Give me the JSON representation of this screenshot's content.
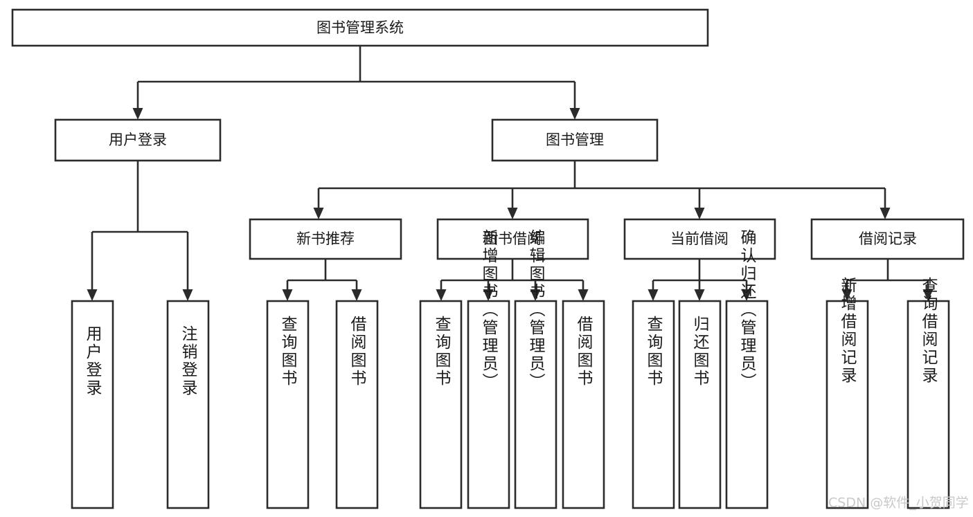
{
  "diagram": {
    "type": "tree",
    "title": "图书管理系统",
    "orientation": "top-down",
    "root": {
      "id": "root",
      "label": "图书管理系统"
    },
    "level1": [
      {
        "id": "user-login",
        "label": "用户登录"
      },
      {
        "id": "book-management",
        "label": "图书管理"
      }
    ],
    "level2": [
      {
        "id": "new-book-recommend",
        "label": "新书推荐",
        "parent": "book-management"
      },
      {
        "id": "book-borrow",
        "label": "图书借阅",
        "parent": "book-management"
      },
      {
        "id": "current-borrow",
        "label": "当前借阅",
        "parent": "book-management"
      },
      {
        "id": "borrow-record",
        "label": "借阅记录",
        "parent": "book-management"
      }
    ],
    "leaves": [
      {
        "id": "leaf-user-login",
        "label": "用户登录",
        "parent": "user-login",
        "align": "bottom"
      },
      {
        "id": "leaf-logout-login",
        "label": "注销登录",
        "parent": "user-login",
        "align": "bottom"
      },
      {
        "id": "leaf-query-book-1",
        "label": "查询图书",
        "parent": "new-book-recommend",
        "align": "middle"
      },
      {
        "id": "leaf-borrow-book-1",
        "label": "借阅图书",
        "parent": "new-book-recommend",
        "align": "middle"
      },
      {
        "id": "leaf-query-book-2",
        "label": "查询图书",
        "parent": "book-borrow",
        "align": "middle"
      },
      {
        "id": "leaf-add-book-admin",
        "label": "新增图书（管理员）",
        "parent": "book-borrow",
        "align": "top"
      },
      {
        "id": "leaf-edit-book-admin",
        "label": "编辑图书（管理员）",
        "parent": "book-borrow",
        "align": "top"
      },
      {
        "id": "leaf-borrow-book-2",
        "label": "借阅图书",
        "parent": "book-borrow",
        "align": "middle"
      },
      {
        "id": "leaf-query-book-3",
        "label": "查询图书",
        "parent": "current-borrow",
        "align": "middle"
      },
      {
        "id": "leaf-return-book",
        "label": "归还图书",
        "parent": "current-borrow",
        "align": "middle"
      },
      {
        "id": "leaf-confirm-return-admin",
        "label": "确认归还（管理员）",
        "parent": "current-borrow",
        "align": "top"
      },
      {
        "id": "leaf-add-borrow-record",
        "label": "新增借阅记录",
        "parent": "borrow-record",
        "align": "middle"
      },
      {
        "id": "leaf-query-borrow-record",
        "label": "查询借阅记录",
        "parent": "borrow-record",
        "align": "middle"
      }
    ]
  },
  "watermark": {
    "text": "CSDN @软件_小贺同学"
  },
  "colors": {
    "box_stroke": "#2b2b2b",
    "box_fill": "#ffffff",
    "text": "#1a1a1a",
    "watermark": "#c9c9c9",
    "background": "#ffffff"
  }
}
